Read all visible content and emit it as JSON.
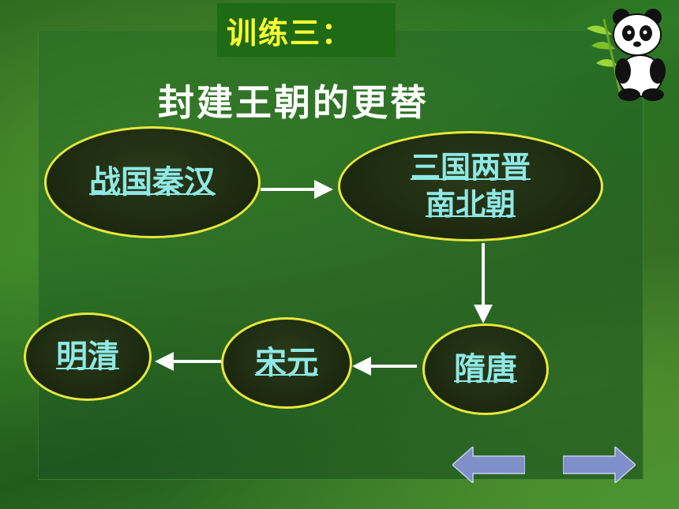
{
  "title_tag": "训练三：",
  "heading": "封建王朝的更替",
  "nodes": {
    "n1": "战国秦汉",
    "n2_line1": "三国两晋",
    "n2_line2": "南北朝",
    "n3": "隋唐",
    "n4": "宋元",
    "n5": "明清"
  },
  "colors": {
    "node_border": "#e8e83a",
    "node_text": "#8fe9e6",
    "title_text": "#ffff33",
    "nav_fill": "#7f8fc8"
  },
  "icons": [
    "panda-icon",
    "prev-arrow-icon",
    "next-arrow-icon"
  ]
}
